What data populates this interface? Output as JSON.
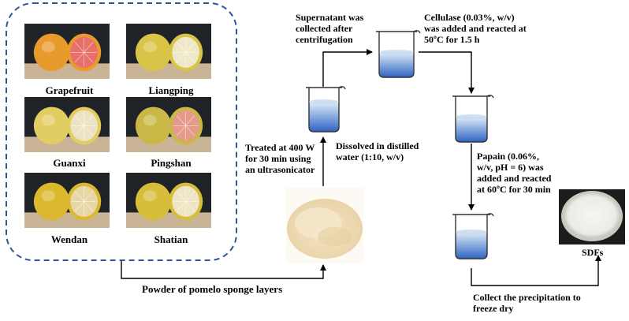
{
  "fruits": [
    {
      "name": "Grapefruit",
      "peel": "#e89a2c",
      "flesh": "#e9706a",
      "bg": "#202428",
      "table": "#c9b596"
    },
    {
      "name": "Liangping",
      "peel": "#d9c447",
      "flesh": "#efe8c8",
      "bg": "#1f2226",
      "table": "#c9b596"
    },
    {
      "name": "Guanxi",
      "peel": "#e2cd62",
      "flesh": "#ece2c4",
      "bg": "#1f2226",
      "table": "#c9b596"
    },
    {
      "name": "Pingshan",
      "peel": "#c9b845",
      "flesh": "#e59a8a",
      "bg": "#1f2226",
      "table": "#c9b596"
    },
    {
      "name": "Wendan",
      "peel": "#dcb82f",
      "flesh": "#e8d7a6",
      "bg": "#1f2226",
      "table": "#c9b596"
    },
    {
      "name": "Shatian",
      "peel": "#d6bd3a",
      "flesh": "#efe4c4",
      "bg": "#1f2226",
      "table": "#c9b596"
    }
  ],
  "steps": {
    "powder_label": "Powder of pomelo sponge layers",
    "ultrasonic": [
      "Treated at 400 W",
      "for 30 min using",
      "an ultrasonicator"
    ],
    "dissolved": [
      "Dissolved in distilled",
      "water (1:10, w/v)"
    ],
    "supernatant": [
      "Supernatant was",
      "collected after",
      "centrifugation"
    ],
    "cellulase": [
      "Cellulase (0.03%, w/v)",
      "was added and reacted at",
      "50ºC for 1.5 h"
    ],
    "papain": [
      "Papain (0.06%,",
      "w/v, pH = 6) was",
      "added  and reacted",
      "at 60ºC for 30 min"
    ],
    "collect": [
      "Collect the precipitation to",
      "freeze dry"
    ],
    "product": "SDFs"
  },
  "colors": {
    "dashed_border": "#2f5597",
    "liquid_top": "#dbe7f6",
    "liquid_bottom": "#2f63c4",
    "powder": "#efdcb8"
  }
}
